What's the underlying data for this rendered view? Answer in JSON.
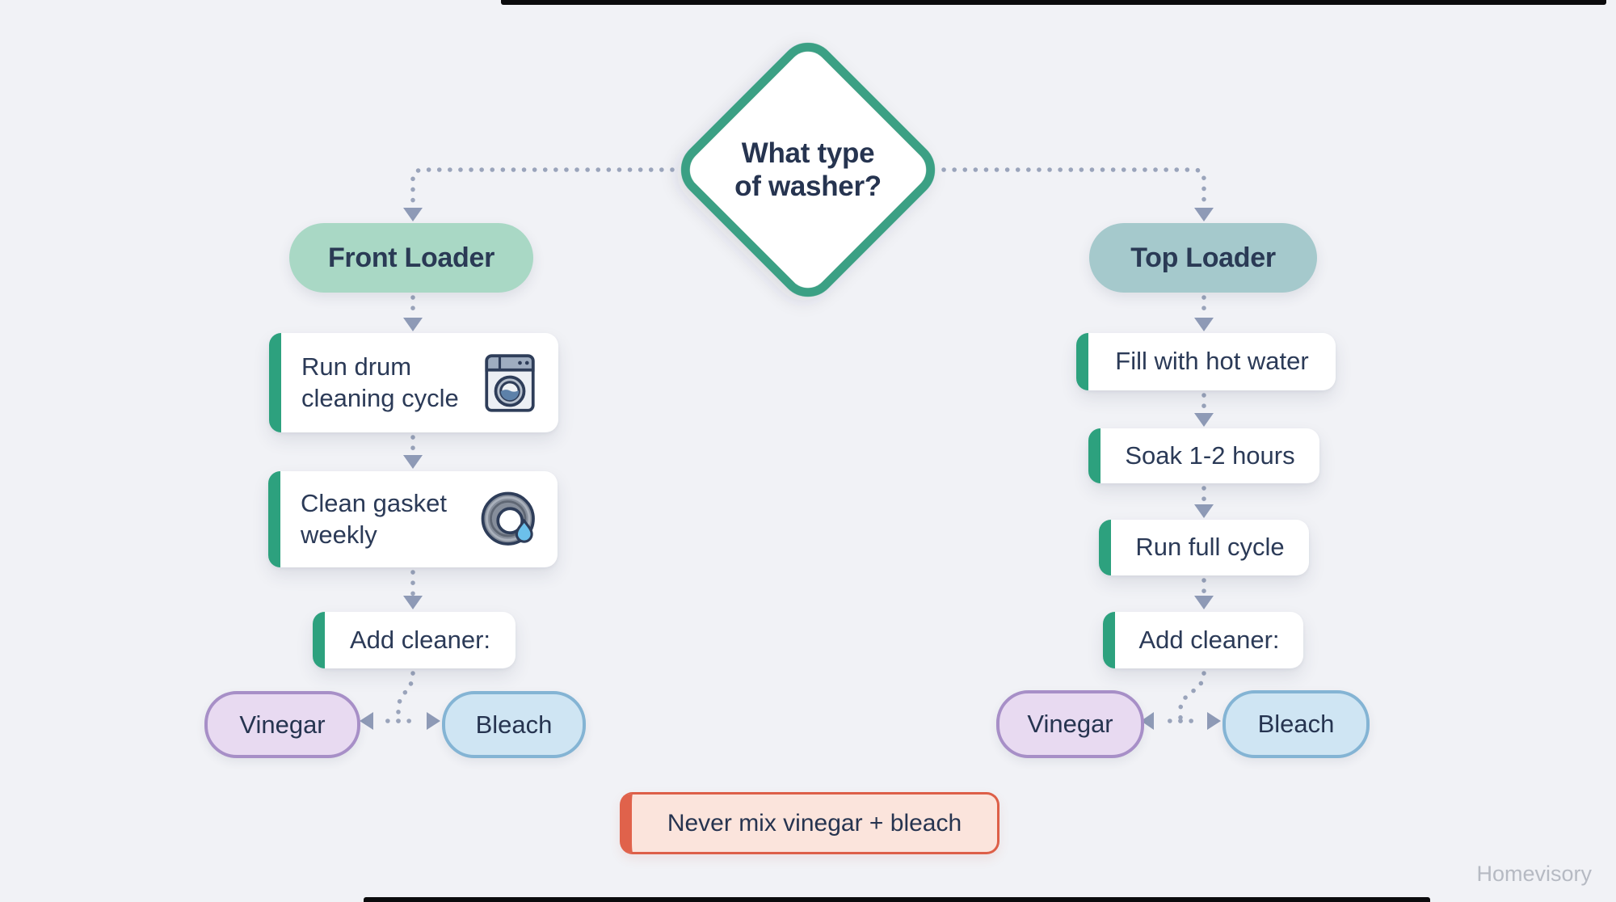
{
  "decision": {
    "label": "What type\nof washer?"
  },
  "branches": {
    "left": {
      "title": "Front Loader",
      "steps": [
        {
          "label": "Run drum\ncleaning cycle",
          "icon": "washing-machine"
        },
        {
          "label": "Clean gasket\nweekly",
          "icon": "gasket-ring-drop"
        },
        {
          "label": "Add cleaner:"
        }
      ]
    },
    "right": {
      "title": "Top Loader",
      "steps": [
        {
          "label": "Fill with hot water"
        },
        {
          "label": "Soak 1-2 hours"
        },
        {
          "label": "Run full cycle"
        },
        {
          "label": "Add cleaner:"
        }
      ]
    }
  },
  "cleaners": {
    "vinegar": "Vinegar",
    "bleach": "Bleach"
  },
  "warning": {
    "label": "Never mix vinegar + bleach"
  },
  "watermark": "Homevisory",
  "colors": {
    "background": "#f1f2f6",
    "diamond_border": "#3aa084",
    "front_loader_bg": "#a9d8c5",
    "top_loader_bg": "#a5c9cc",
    "card_accent_green": "#2da17e",
    "vinegar_bg": "#e8daf1",
    "vinegar_border": "#a78fc7",
    "bleach_bg": "#cfe5f3",
    "bleach_border": "#84b4d4",
    "warning_bg": "#fbe4dc",
    "warning_border": "#dd5f48",
    "connector": "#9aa4bb",
    "arrowhead": "#8e9ab6",
    "text": "#273350"
  }
}
